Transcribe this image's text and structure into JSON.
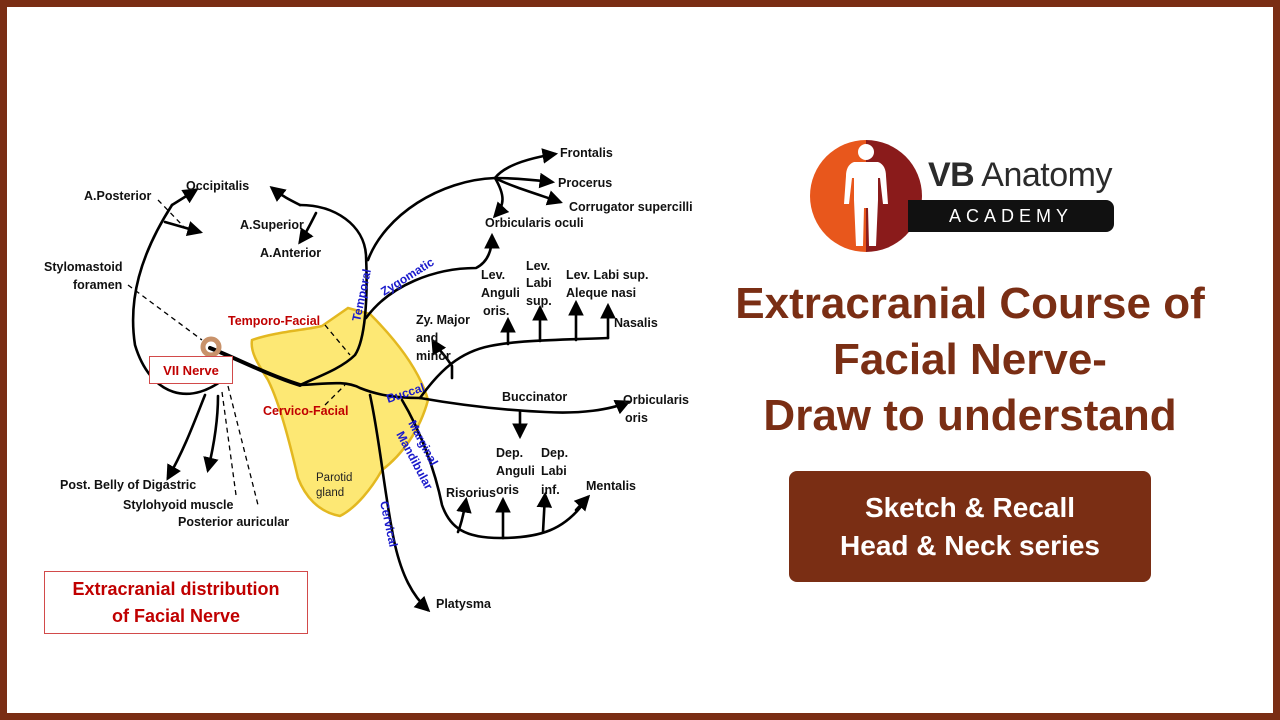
{
  "diagram": {
    "labels": {
      "occipitalis": "Occipitalis",
      "a_posterior": "A.Posterior",
      "a_superior": "A.Superior",
      "a_anterior": "A.Anterior",
      "stylomastoid_1": "Stylomastoid",
      "stylomastoid_2": "foramen",
      "post_belly_digastric": "Post. Belly of Digastric",
      "stylohyoid": "Stylohyoid muscle",
      "posterior_auricular": "Posterior auricular",
      "frontalis": "Frontalis",
      "procerus": "Procerus",
      "corrugator": "Corrugator supercilli",
      "orbicularis_oculi": "Orbicularis oculi",
      "lev_anguli_1": "Lev.",
      "lev_anguli_2": "Anguli",
      "lev_anguli_3": "oris.",
      "lev_labi_1": "Lev.",
      "lev_labi_2": "Labi",
      "lev_labi_3": "sup.",
      "lev_labi_aleque_1": "Lev. Labi sup.",
      "lev_labi_aleque_2": "Aleque nasi",
      "nasalis": "Nasalis",
      "zy_major_1": "Zy. Major",
      "zy_major_2": "and",
      "zy_major_3": "minor",
      "buccinator": "Buccinator",
      "orbicularis_oris_1": "Orbicularis",
      "orbicularis_oris_2": "oris",
      "dep_anguli_1": "Dep.",
      "dep_anguli_2": "Anguli",
      "dep_anguli_3": "oris",
      "dep_labi_1": "Dep.",
      "dep_labi_2": "Labi",
      "dep_labi_3": "inf.",
      "mentalis": "Mentalis",
      "risorius": "Risorius",
      "platysma": "Platysma",
      "parotid_1": "Parotid",
      "parotid_2": "gland"
    },
    "red_labels": {
      "temporo_facial": "Temporo-Facial",
      "cervico_facial": "Cervico-Facial"
    },
    "branch_labels": {
      "temporal": "Temporal",
      "zygomatic": "Zygomatic",
      "buccal": "Buccal",
      "marginal": "Marginal",
      "mandibular": "Mandibular",
      "cervical": "Cervical"
    },
    "vii_nerve": "VII Nerve",
    "distribution_caption": "Extracranial distribution\nof Facial Nerve",
    "colors": {
      "parotid_fill": "#fde874",
      "parotid_stroke": "#e3b820",
      "label_red": "#c00000",
      "label_blue": "#1a1acc",
      "foramen": "#c8926a"
    }
  },
  "logo": {
    "name_bold": "VB",
    "name_rest": " Anatomy",
    "sub": "ACADEMY",
    "icon": "human-figure-icon",
    "colors": {
      "left": "#e8571c",
      "right": "#8a1b1b"
    }
  },
  "title": {
    "line1": "Extracranial Course of",
    "line2": "Facial Nerve-",
    "line3": "Draw to understand"
  },
  "series": {
    "line1": "Sketch & Recall",
    "line2": "Head & Neck series"
  },
  "theme": {
    "brand": "#7a2e14"
  }
}
